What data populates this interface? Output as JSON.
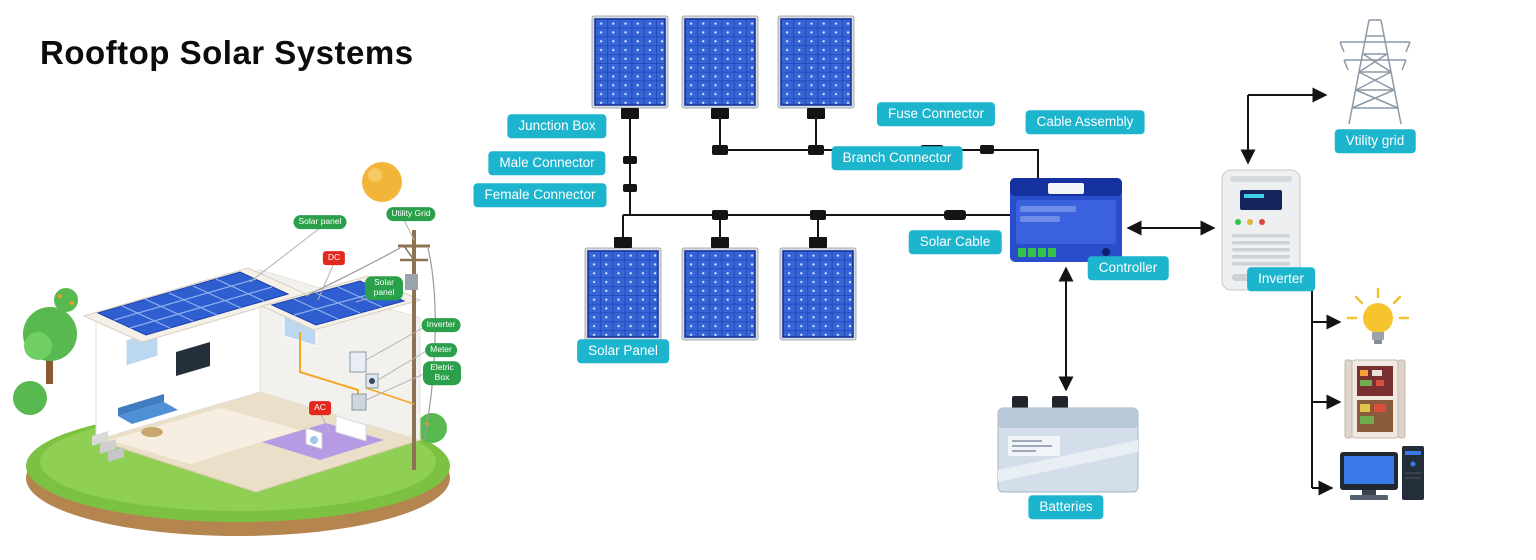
{
  "title": "Rooftop Solar Systems",
  "labels": {
    "junction_box": "Junction Box",
    "male_connector": "Male Connector",
    "female_connector": "Female Connector",
    "fuse_connector": "Fuse Connector",
    "branch_connector": "Branch Connector",
    "cable_assembly": "Cable Assembly",
    "solar_cable": "Solar Cable",
    "solar_panel": "Solar Panel",
    "controller": "Controller",
    "inverter": "Inverter",
    "batteries": "Batteries",
    "utility_grid": "Vtility grid"
  },
  "house": {
    "solar_panel": "Solar panel",
    "utility_grid": "Utility Grid",
    "dc": "DC",
    "solar_panel2": "Solar panel",
    "inverter": "Inverter",
    "meter": "Meter",
    "electric_box": "Eletric Box",
    "ac": "AC"
  },
  "colors": {
    "badge_teal": "#1db4cd",
    "tag_green": "#2ba04a",
    "tag_red": "#e3281e",
    "panel_blue": "#3565d6",
    "wire_black": "#141414"
  }
}
